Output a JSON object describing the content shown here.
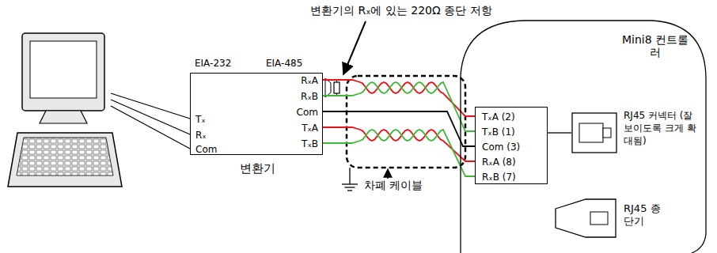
{
  "diagram": {
    "nodes": [
      {
        "text": [
          "변환기",
          "Tₓ",
          "Rₓ",
          "Com",
          "RₓA",
          "RₓB",
          "Com",
          "TₓA",
          "TₓB"
        ]
      },
      {
        "text": [
          "Mini8 컨트롤러"
        ]
      },
      {
        "text": [
          "TₓA (2)",
          "TₓB (1)",
          "Com (3)",
          "RₓA (8)",
          "RₓB (7)"
        ],
        "in": 1
      },
      {
        "text": [
          "RJ45 커넥터 (잘 보이도록 크게 확대됨)"
        ],
        "in": 1
      },
      {
        "text": [
          "RJ45 종단기"
        ],
        "in": 1
      }
    ],
    "edges": [
      {
        "from": 0,
        "to": 2,
        "arrow": "none"
      },
      {
        "from": 0,
        "to": 2,
        "arrow": "none"
      },
      {
        "from": 0,
        "to": 2,
        "arrow": "none"
      },
      {
        "from": 0,
        "to": 2,
        "arrow": "none"
      },
      {
        "from": 0,
        "to": 2,
        "arrow": "none"
      },
      {
        "from": 2,
        "to": 3,
        "arrow": "none"
      }
    ],
    "labels": [
      "변환기의 Rₓ에 있는 220Ω 종단 저항",
      "EIA-232",
      "EIA-485",
      "차폐 케이블"
    ]
  }
}
